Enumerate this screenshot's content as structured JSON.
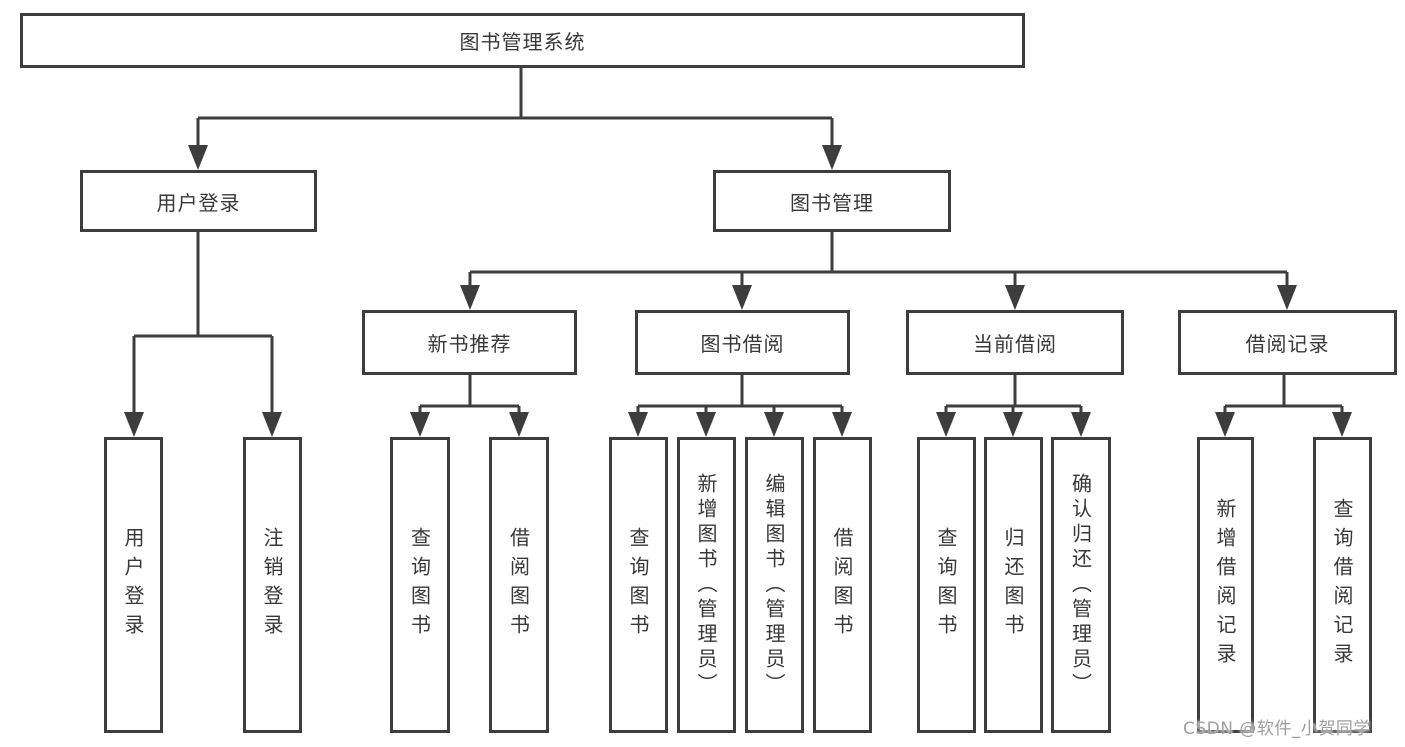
{
  "diagram_title": "图书管理系统",
  "tree": {
    "root": "图书管理系统",
    "children": [
      {
        "label": "用户登录",
        "children": [
          "用户登录",
          "注销登录"
        ]
      },
      {
        "label": "图书管理",
        "children": [
          {
            "label": "新书推荐",
            "children": [
              "查询图书",
              "借阅图书"
            ]
          },
          {
            "label": "图书借阅",
            "children": [
              "查询图书",
              "新增图书（管理员）",
              "编辑图书（管理员）",
              "借阅图书"
            ]
          },
          {
            "label": "当前借阅",
            "children": [
              "查询图书",
              "归还图书",
              "确认归还（管理员）"
            ]
          },
          {
            "label": "借阅记录",
            "children": [
              "新增借阅记录",
              "查询借阅记录"
            ]
          }
        ]
      }
    ]
  },
  "colors": {
    "line": "#3d3d3d",
    "box_border": "#3d3d3d",
    "box_fill": "#ffffff",
    "text": "#383838",
    "watermark": "#9d9d9d"
  },
  "watermark": {
    "text": "CSDN @软件_小贺同学"
  }
}
